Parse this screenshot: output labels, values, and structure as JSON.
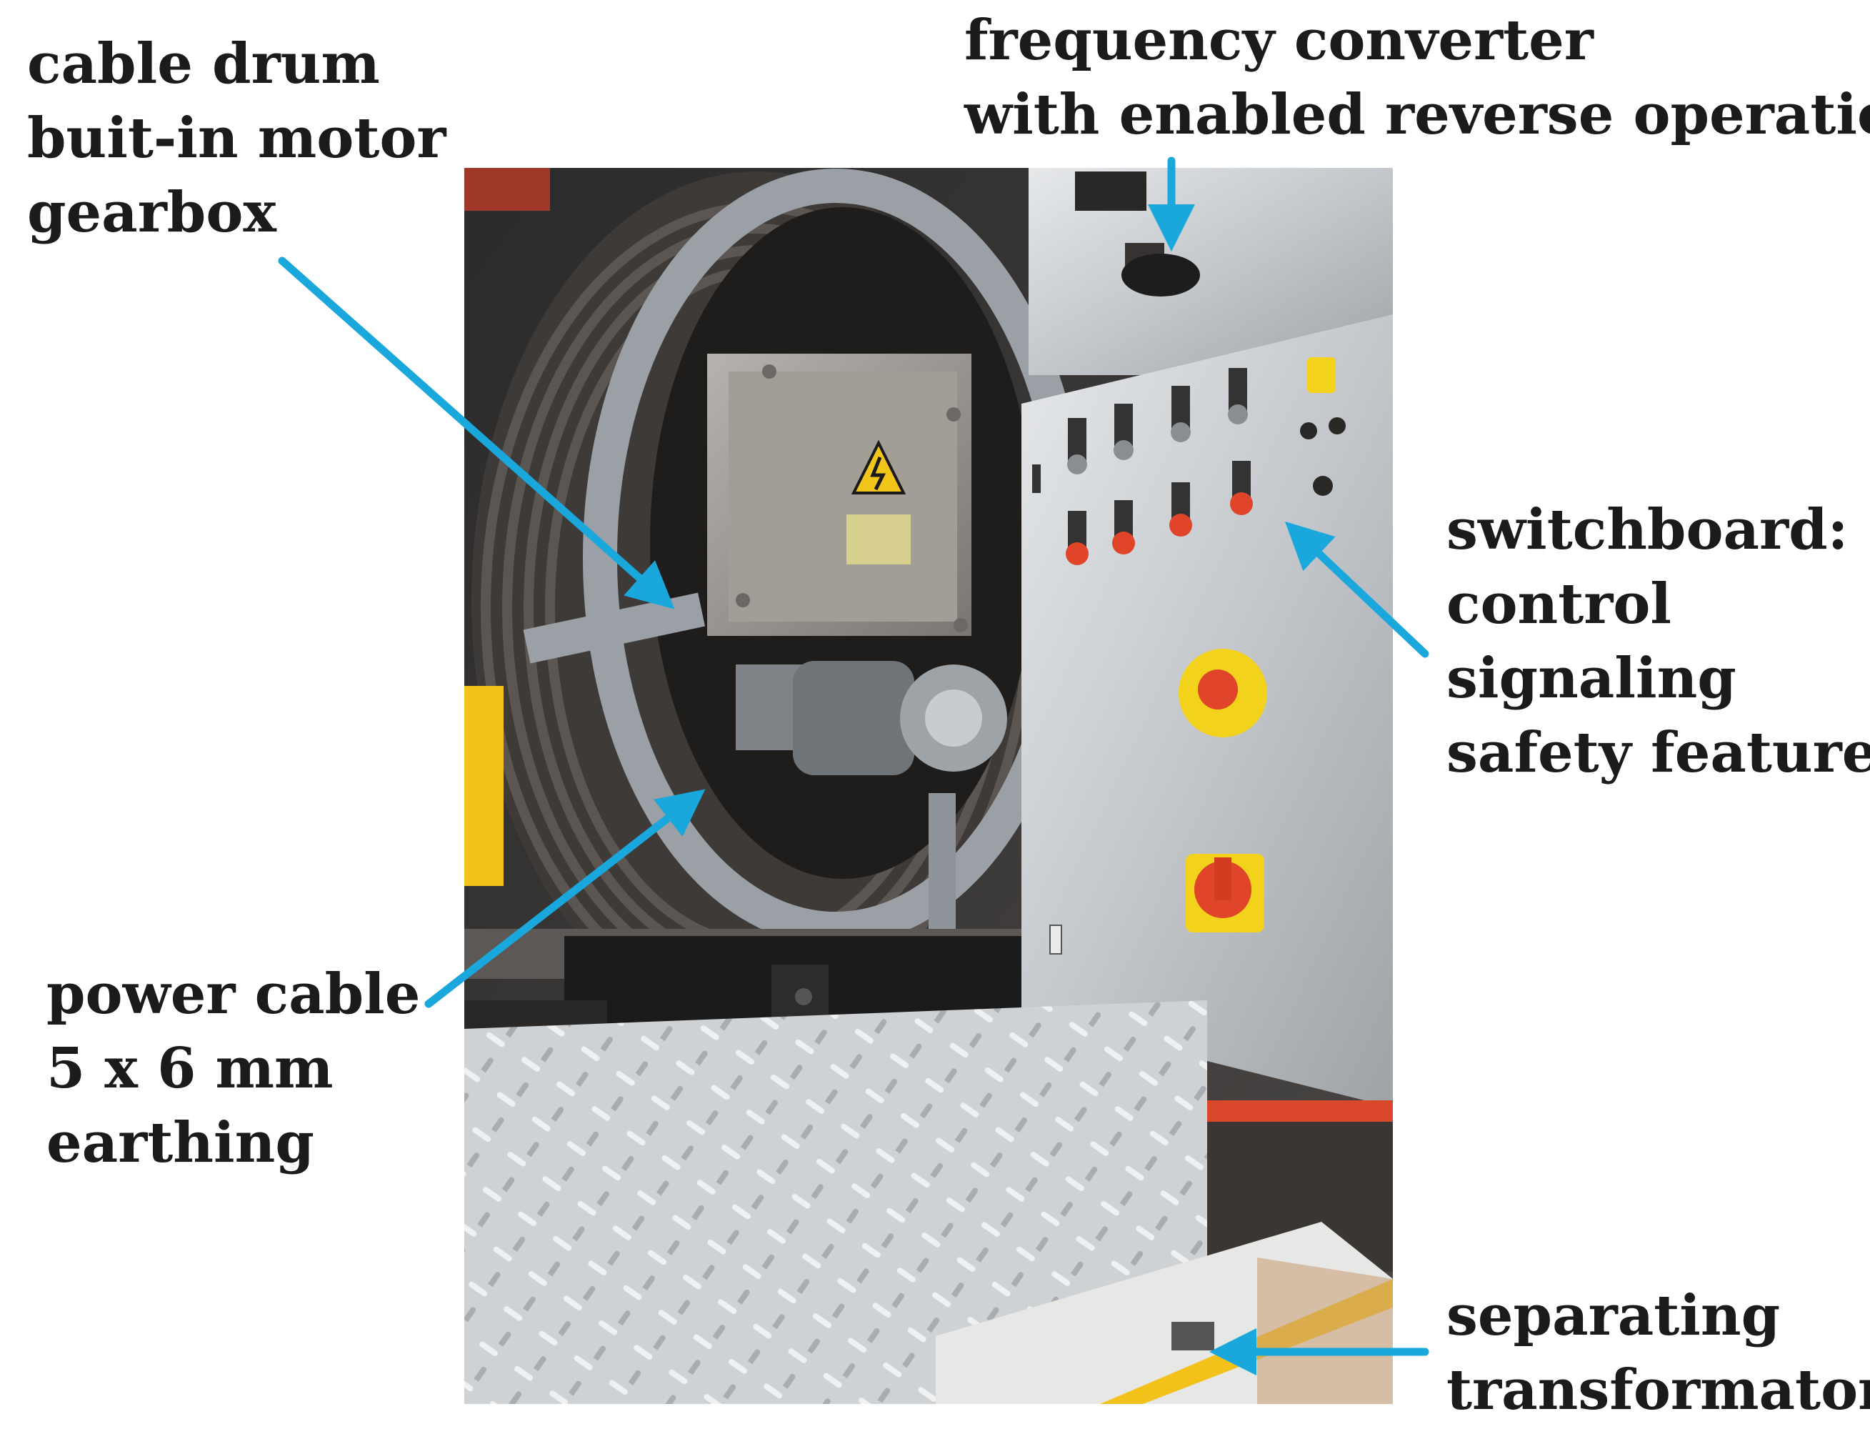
{
  "labels": {
    "cable_drum": [
      "cable drum",
      "buit-in motor",
      "gearbox"
    ],
    "frequency_converter": [
      "frequency converter",
      "with enabled reverse operation"
    ],
    "switchboard": [
      "switchboard:",
      "control",
      "signaling",
      "safety features"
    ],
    "power_cable": [
      "power cable",
      "5 x 6 mm",
      "earthing"
    ],
    "separating_transformator": [
      "separating",
      "transformator"
    ]
  },
  "colors": {
    "arrow": "#1aa7dc",
    "text": "#1b1b1b",
    "drum_frame": "#9aa0a6",
    "panel_steel": "#c9ccd0",
    "red_button": "#e0452a",
    "yellow": "#f2d21b",
    "orange_trim": "#d9482b"
  },
  "icons": {
    "warning": "high-voltage-warning-icon"
  }
}
